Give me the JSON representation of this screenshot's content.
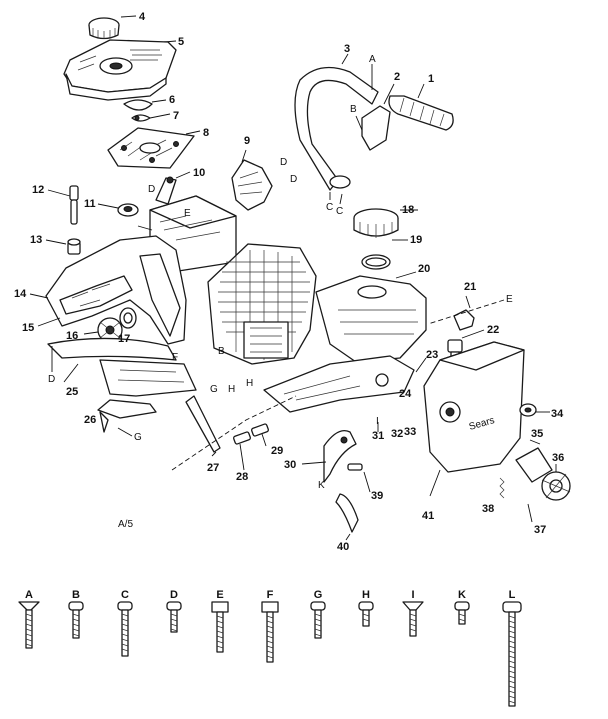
{
  "callouts": {
    "c1": "1",
    "c2": "2",
    "c3": "3",
    "c4": "4",
    "c5": "5",
    "c6": "6",
    "c7": "7",
    "c8": "8",
    "c9": "9",
    "c10": "10",
    "c11": "11",
    "c12": "12",
    "c13": "13",
    "c14": "14",
    "c15": "15",
    "c16": "16",
    "c17": "17",
    "c18": "18",
    "c19": "19",
    "c20": "20",
    "c21": "21",
    "c22": "22",
    "c23": "23",
    "c24": "24",
    "c25": "25",
    "c26": "26",
    "c27": "27",
    "c28": "28",
    "c29": "29",
    "c30": "30",
    "c31": "31",
    "c32": "32",
    "c33": "33",
    "c34": "34",
    "c35": "35",
    "c36": "36",
    "c37": "37",
    "c38": "38",
    "c39": "39",
    "c40": "40",
    "c41": "41"
  },
  "ref_letters": {
    "a": "A",
    "b": "B",
    "c": "C",
    "d": "D",
    "e": "E",
    "f": "F",
    "g": "G",
    "h": "H",
    "i": "I",
    "k": "K",
    "l": "L"
  },
  "figure_id": "A/5",
  "decal_text": "Sears",
  "fasteners": [
    {
      "id": "a",
      "label": "A"
    },
    {
      "id": "b",
      "label": "B"
    },
    {
      "id": "c",
      "label": "C"
    },
    {
      "id": "d",
      "label": "D"
    },
    {
      "id": "e",
      "label": "E"
    },
    {
      "id": "f",
      "label": "F"
    },
    {
      "id": "g",
      "label": "G"
    },
    {
      "id": "h",
      "label": "H"
    },
    {
      "id": "i",
      "label": "I"
    },
    {
      "id": "k",
      "label": "K"
    },
    {
      "id": "l",
      "label": "L"
    }
  ]
}
